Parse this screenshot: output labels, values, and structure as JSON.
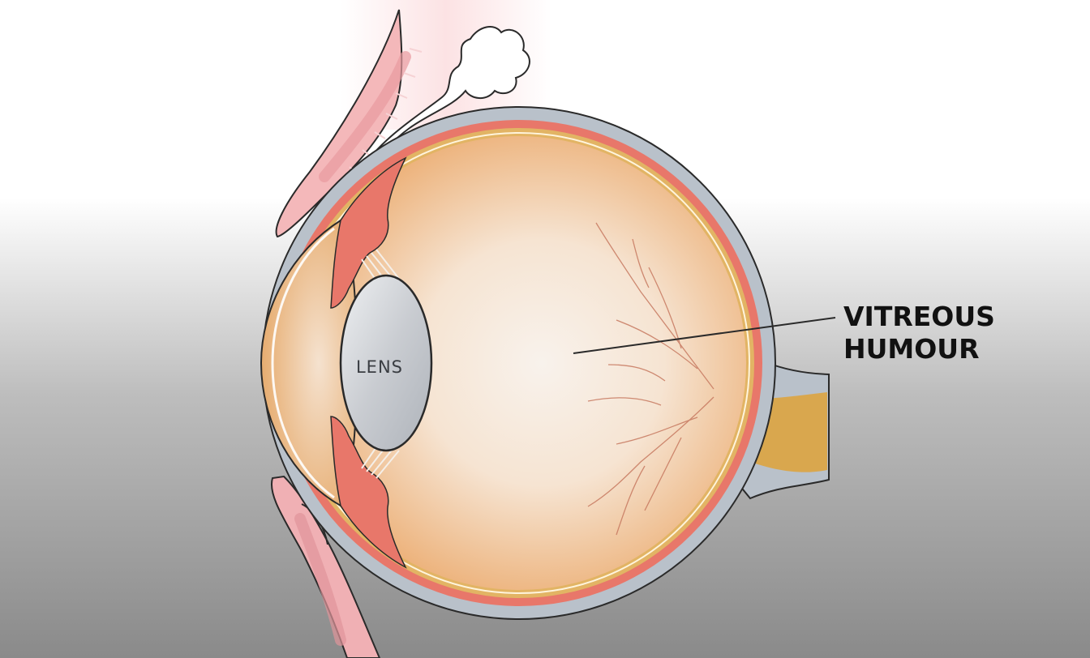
{
  "diagram": {
    "labels": {
      "lens": "LENS",
      "vitreous_line1": "VITREOUS",
      "vitreous_line2": "HUMOUR"
    },
    "colors": {
      "background_top": "#ffffff",
      "background_bottom": "#8a8a8a",
      "sclera": "#b9c1ca",
      "choroid": "#e8776a",
      "retina": "#e2b464",
      "vitreous": "#f1c79c",
      "lens": "#c9ccd1",
      "eyelid": "#f4b8ba",
      "optic_nerve": "#d9a74e",
      "outline": "#2a2a2a"
    },
    "icons": [
      "eye-cross-section"
    ]
  }
}
